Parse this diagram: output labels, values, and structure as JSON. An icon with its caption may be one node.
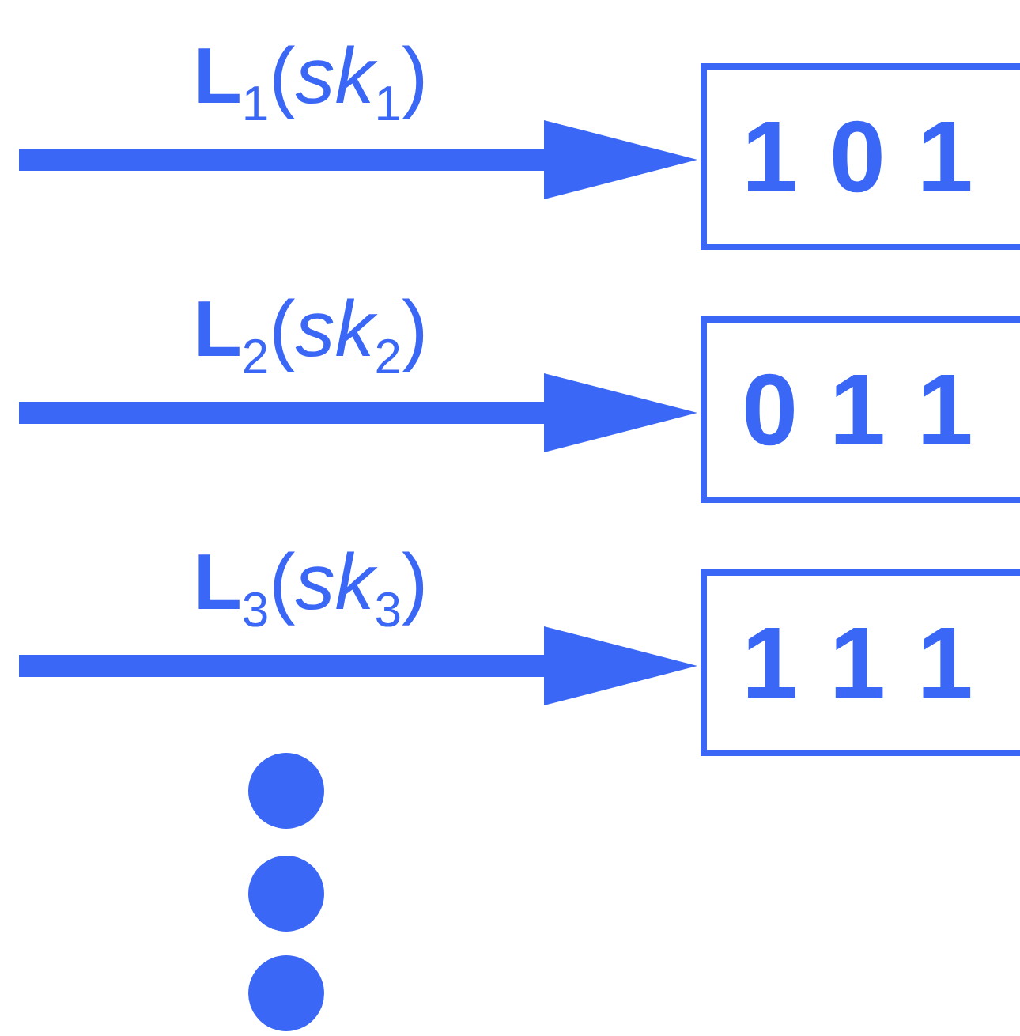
{
  "diagram": {
    "nodes": [
      {
        "text": [
          "1 0 1"
        ]
      },
      {
        "text": [
          "0 1 1"
        ]
      },
      {
        "text": [
          "1 1 1"
        ]
      }
    ],
    "edges": [
      {
        "from": null,
        "to": 0,
        "arrow": "to",
        "label": "**L**$_{1}$(*sk*$_{1}$)"
      },
      {
        "from": null,
        "to": 1,
        "arrow": "to",
        "label": "**L**$_{2}$(*sk*$_{2}$)"
      },
      {
        "from": null,
        "to": 2,
        "arrow": "to",
        "label": "**L**$_{3}$(*sk*$_{3}$)"
      }
    ]
  }
}
